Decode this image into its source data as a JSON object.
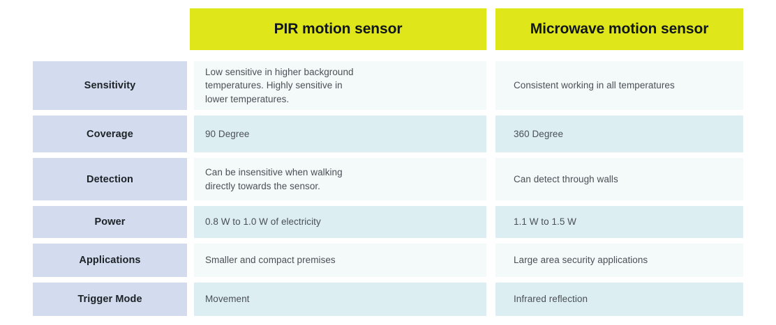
{
  "table": {
    "type": "comparison-table",
    "colors": {
      "header_bg": "#dfe619",
      "header_text": "#11161a",
      "label_bg": "#d3dcee",
      "label_text": "#1d2227",
      "cell_bg_odd": "#f4f9f9",
      "cell_bg_even": "#dceef2",
      "cell_text": "#4a5056",
      "page_bg": "#ffffff"
    },
    "columns": [
      {
        "key": "feature",
        "label": ""
      },
      {
        "key": "pir",
        "label": "PIR motion sensor"
      },
      {
        "key": "microwave",
        "label": "Microwave motion sensor"
      }
    ],
    "rows": [
      {
        "label": "Sensitivity",
        "pir": "Low sensitive in higher background\ntemperatures. Highly sensitive in\nlower temperatures.",
        "microwave": "Consistent working in all temperatures",
        "tint": "a",
        "height": 70
      },
      {
        "label": "Coverage",
        "pir": "90 Degree",
        "microwave": "360 Degree",
        "tint": "b",
        "height": 53
      },
      {
        "label": "Detection",
        "pir": "Can be insensitive when walking\ndirectly towards the sensor.",
        "microwave": "Can detect through walls",
        "tint": "a",
        "height": 61
      },
      {
        "label": "Power",
        "pir": "0.8 W to 1.0 W of electricity",
        "microwave": "1.1 W to 1.5 W",
        "tint": "b",
        "height": 46
      },
      {
        "label": "Applications",
        "pir": "Smaller and compact premises",
        "microwave": "Large area security applications",
        "tint": "a",
        "height": 48
      },
      {
        "label": "Trigger Mode",
        "pir": "Movement",
        "microwave": "Infrared reflection",
        "tint": "b",
        "height": 48
      }
    ]
  }
}
